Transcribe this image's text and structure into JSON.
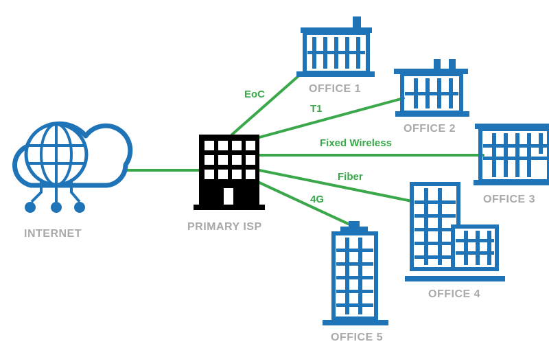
{
  "colors": {
    "link": "#3aa84a",
    "office": "#1f74b8",
    "isp": "#000000",
    "label": "#a9a9a9"
  },
  "nodes": {
    "internet": {
      "label": "INTERNET",
      "icon": "cloud-globe-icon"
    },
    "isp": {
      "label": "PRIMARY ISP",
      "icon": "building-icon"
    },
    "office1": {
      "label": "OFFICE 1",
      "icon": "building-icon"
    },
    "office2": {
      "label": "OFFICE 2",
      "icon": "building-icon"
    },
    "office3": {
      "label": "OFFICE 3",
      "icon": "building-icon"
    },
    "office4": {
      "label": "OFFICE 4",
      "icon": "building-icon"
    },
    "office5": {
      "label": "OFFICE 5",
      "icon": "building-icon"
    }
  },
  "links": {
    "internet_isp": {
      "label": ""
    },
    "eoc": {
      "label": "EoC"
    },
    "t1": {
      "label": "T1"
    },
    "fixed_wireless": {
      "label": "Fixed Wireless"
    },
    "fiber": {
      "label": "Fiber"
    },
    "lte": {
      "label": "4G"
    }
  }
}
